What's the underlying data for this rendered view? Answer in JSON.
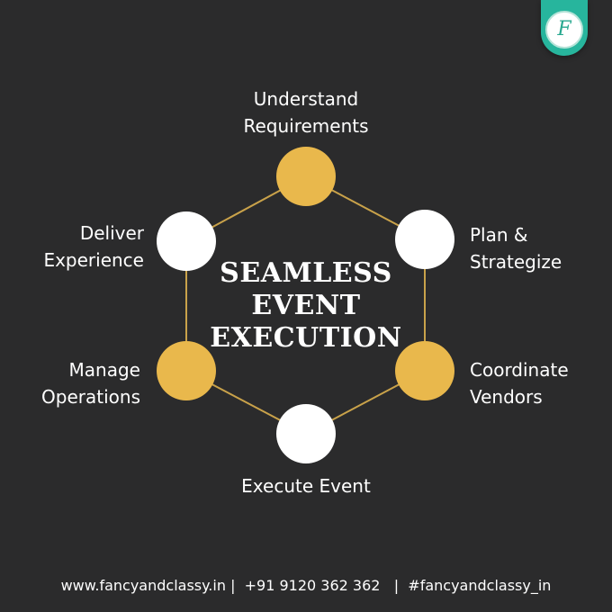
{
  "title": {
    "line1": "SEAMLESS",
    "line2": "EVENT",
    "line3": "EXECUTION"
  },
  "steps": [
    {
      "line1": "Understand",
      "line2": "Requirements",
      "color": "#e9b84c"
    },
    {
      "line1": "Plan &",
      "line2": "Strategize",
      "color": "#ffffff"
    },
    {
      "line1": "Coordinate",
      "line2": "Vendors",
      "color": "#e9b84c"
    },
    {
      "line1": "Execute Event",
      "line2": "",
      "color": "#ffffff"
    },
    {
      "line1": "Manage",
      "line2": "Operations",
      "color": "#e9b84c"
    },
    {
      "line1": "Deliver",
      "line2": "Experience",
      "color": "#ffffff"
    }
  ],
  "colors": {
    "background": "#2b2b2c",
    "accent_gold": "#e9b84c",
    "connector": "#c9a24a",
    "logo_teal": "#27b59d"
  },
  "logo": {
    "letter": "F",
    "icon": "fancy-and-classy-logo"
  },
  "footer": {
    "website": "www.fancyandclassy.in",
    "phone": "+91 9120 362 362",
    "hashtag": "#fancyandclassy_in",
    "separator": "|"
  }
}
